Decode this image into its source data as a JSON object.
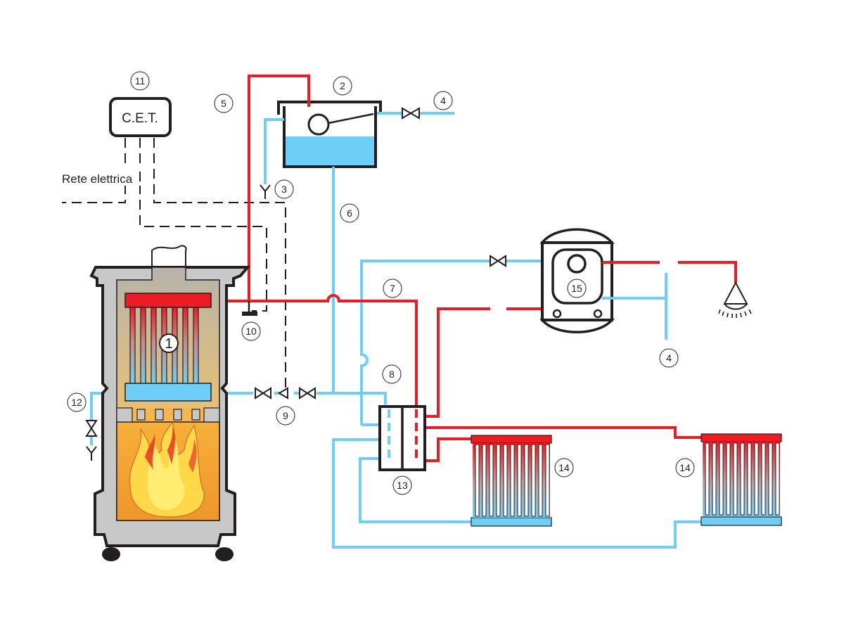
{
  "title": "Schema impianto termocucina / stufa a legna idro",
  "colors": {
    "hot_water": "#ed1c24",
    "cold_water": "#6dcff6",
    "outline": "#231f20",
    "stove_body": "#c8c8c8",
    "firebox": "#f39c2b",
    "flame_yellow": "#ffd84a",
    "flame_red": "#e8361e"
  },
  "labels": {
    "cet": "C.E.T.",
    "rete_elettrica": "Rete elettrica"
  },
  "callouts": [
    {
      "id": "1",
      "name": "heat-exchanger",
      "text": "1"
    },
    {
      "id": "2",
      "name": "expansion-tank",
      "text": "2"
    },
    {
      "id": "3",
      "name": "tank-overflow",
      "text": "3"
    },
    {
      "id": "4a",
      "name": "water-supply",
      "text": "4"
    },
    {
      "id": "4b",
      "name": "water-supply-boiler",
      "text": "4"
    },
    {
      "id": "5",
      "name": "safety-pipe",
      "text": "5"
    },
    {
      "id": "6",
      "name": "feed-pipe",
      "text": "6"
    },
    {
      "id": "7",
      "name": "hot-flow-pipe",
      "text": "7"
    },
    {
      "id": "8",
      "name": "return-pipe",
      "text": "8"
    },
    {
      "id": "9",
      "name": "circulation-pump",
      "text": "9"
    },
    {
      "id": "10",
      "name": "thermostat-probe",
      "text": "10"
    },
    {
      "id": "11",
      "name": "control-unit",
      "text": "11"
    },
    {
      "id": "12",
      "name": "drain-valve",
      "text": "12"
    },
    {
      "id": "13",
      "name": "distribution-manifold",
      "text": "13"
    },
    {
      "id": "14a",
      "name": "radiator-1",
      "text": "14"
    },
    {
      "id": "14b",
      "name": "radiator-2",
      "text": "14"
    },
    {
      "id": "15",
      "name": "water-heater-boiler",
      "text": "15"
    }
  ]
}
